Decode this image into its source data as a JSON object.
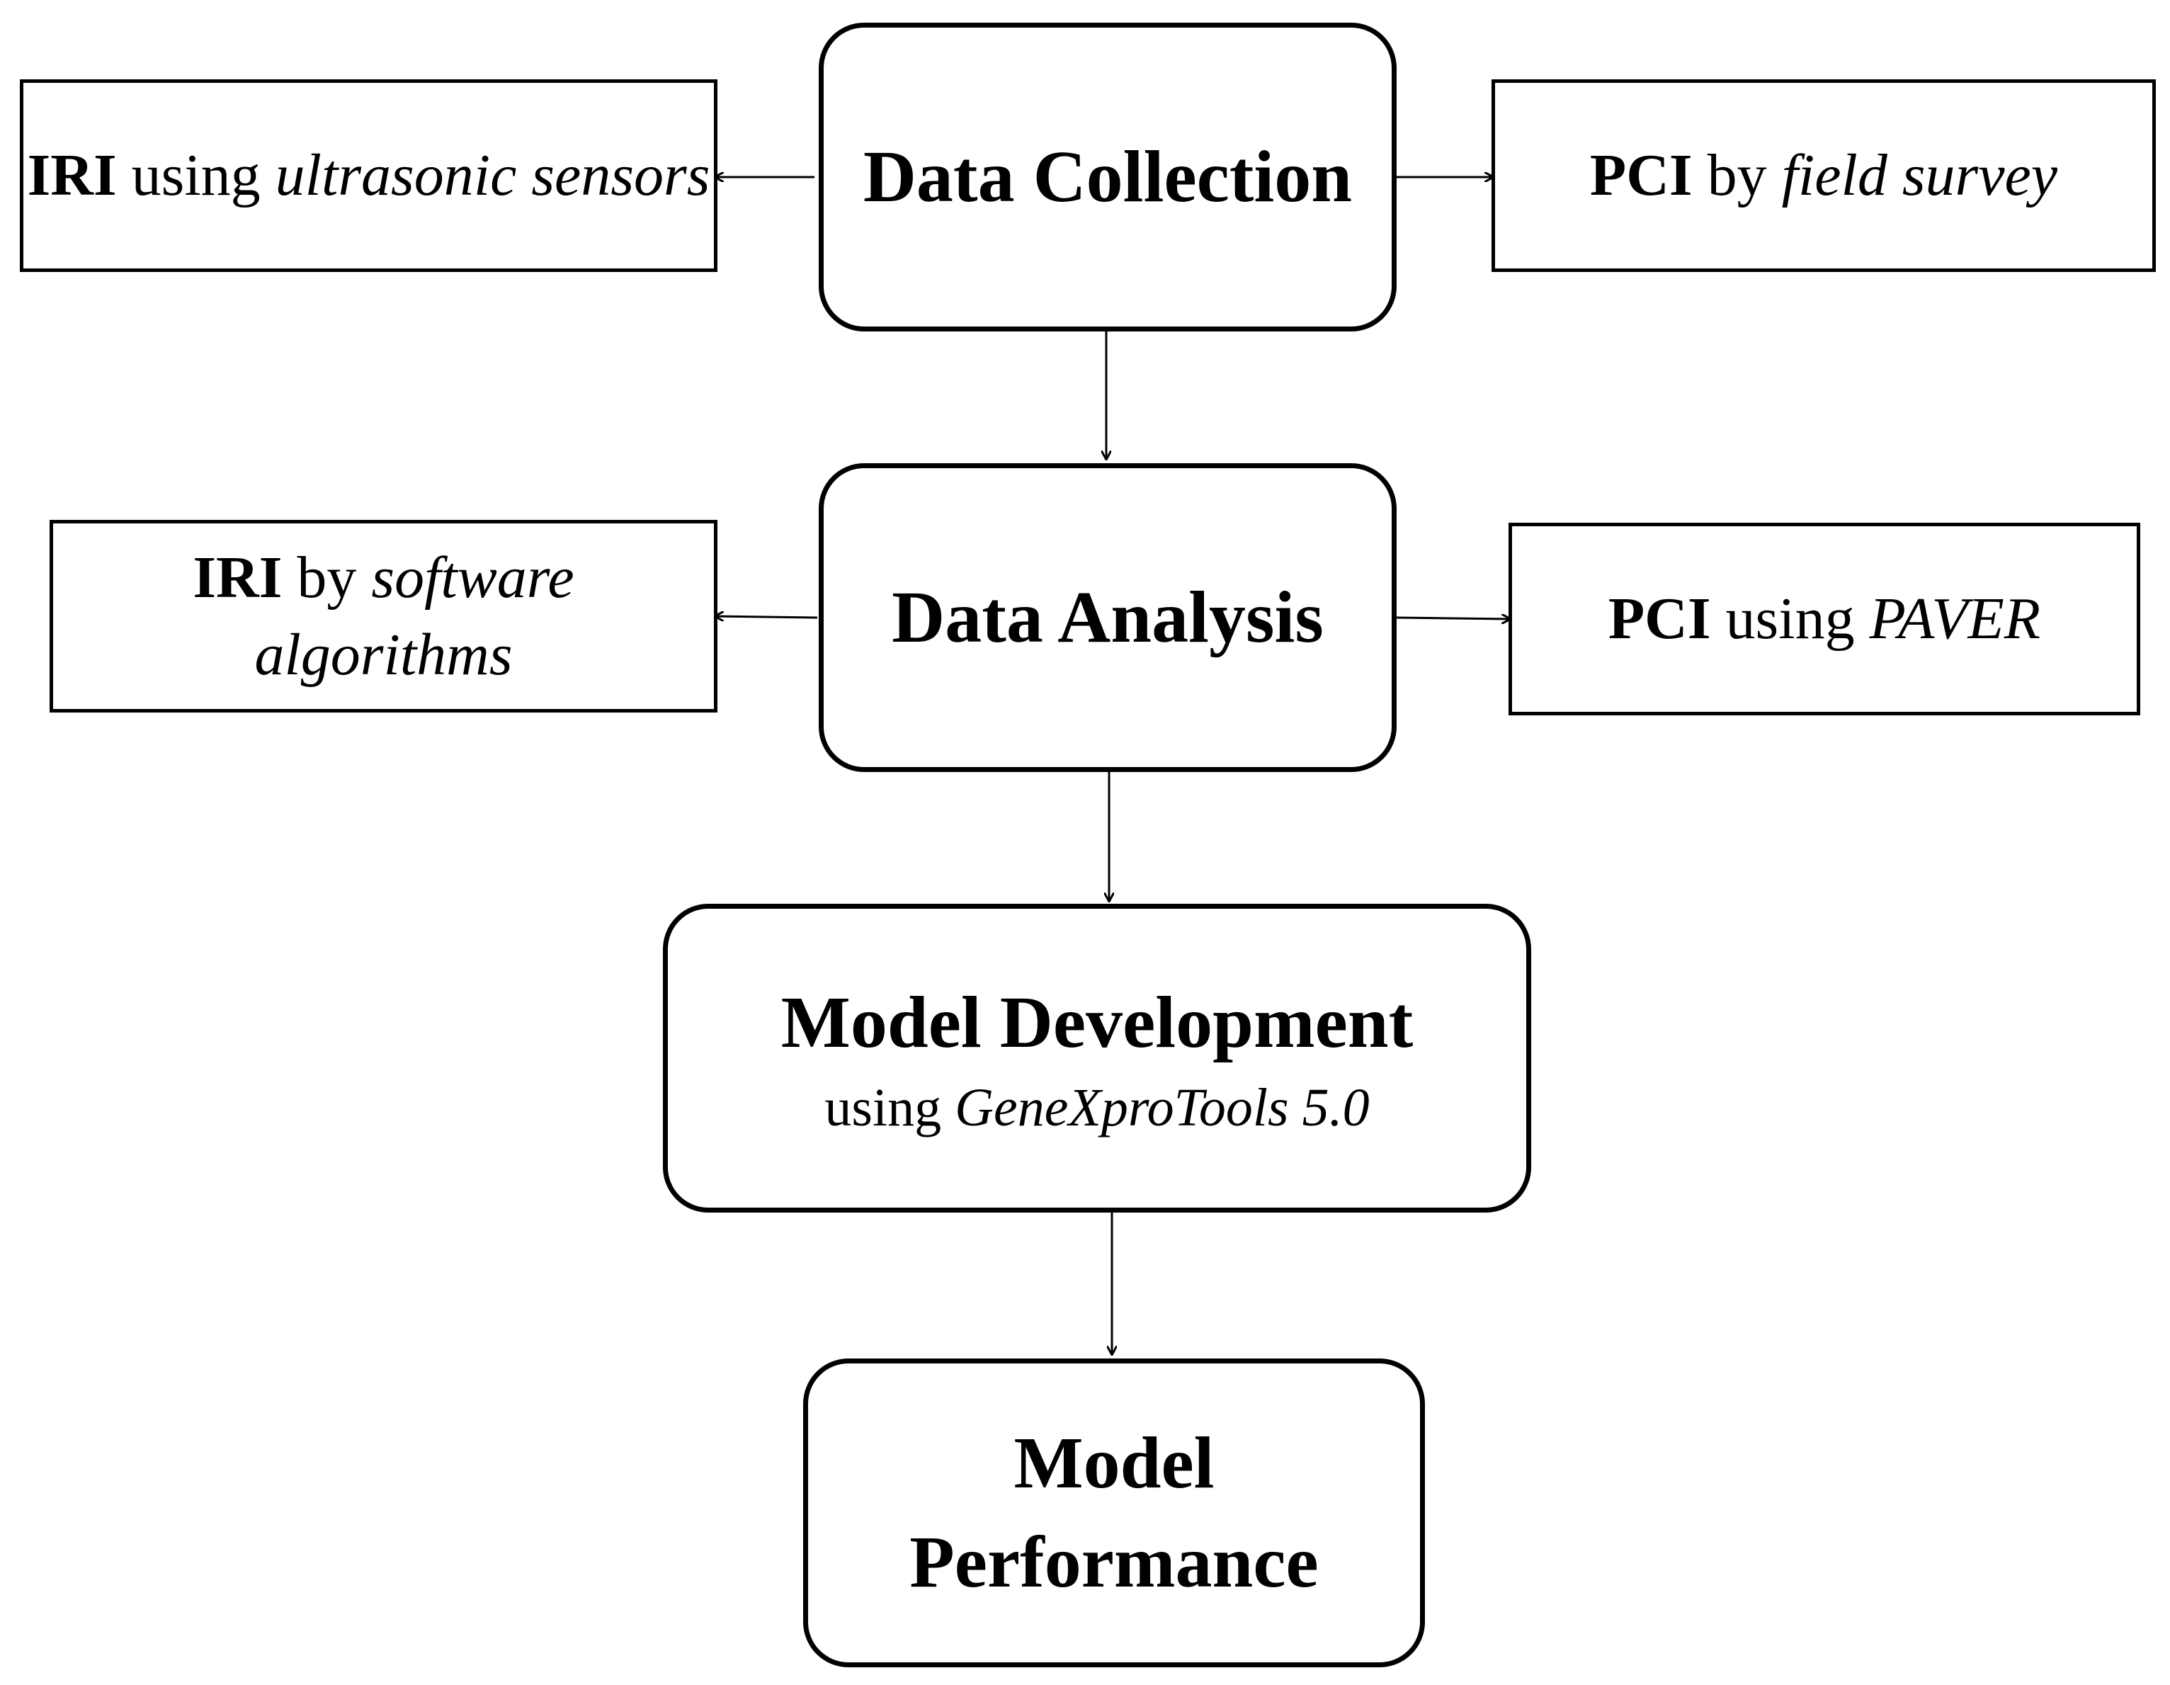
{
  "diagram": {
    "main_steps": [
      {
        "title": "Data Collection"
      },
      {
        "title": "Data Analysis"
      },
      {
        "title": "Model Development",
        "sub_plain": "using ",
        "sub_italic": "GeneXproTools 5.0"
      },
      {
        "title_line1": "Model",
        "title_line2": "Performance"
      }
    ],
    "side_boxes": {
      "iri_collection": {
        "bold": "IRI",
        "plain": " using ",
        "italic": "ultrasonic sensors"
      },
      "pci_collection": {
        "bold": "PCI",
        "plain": " by ",
        "italic": "field survey"
      },
      "iri_analysis": {
        "bold": "IRI",
        "plain": " by ",
        "italic": "software algorithms"
      },
      "pci_analysis": {
        "bold": "PCI",
        "plain": " using ",
        "italic": "PAVER"
      }
    },
    "colors": {
      "stroke": "#000000",
      "background": "#ffffff"
    }
  }
}
